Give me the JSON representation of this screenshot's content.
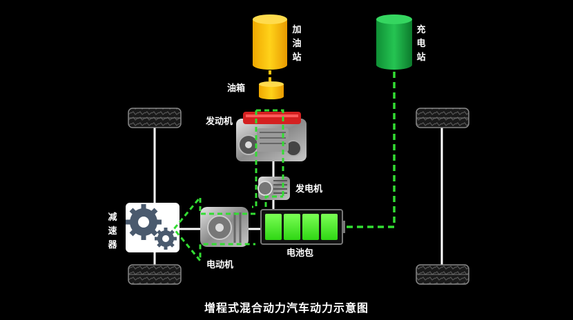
{
  "title": "增程式混合动力汽车动力示意图",
  "labels": {
    "gas_station": "加油站",
    "charging_station": "充电站",
    "fuel_tank": "油箱",
    "engine": "发动机",
    "generator": "发电机",
    "reducer": "减速器",
    "motor": "电动机",
    "battery": "电池包"
  },
  "colors": {
    "background": "#000000",
    "fuel": "#ffc20e",
    "electric": "#1fb84a",
    "flow_dash": "#33dd33",
    "battery_cell": "#44ee22",
    "engine_red": "#d42020"
  },
  "battery_cells": 4
}
